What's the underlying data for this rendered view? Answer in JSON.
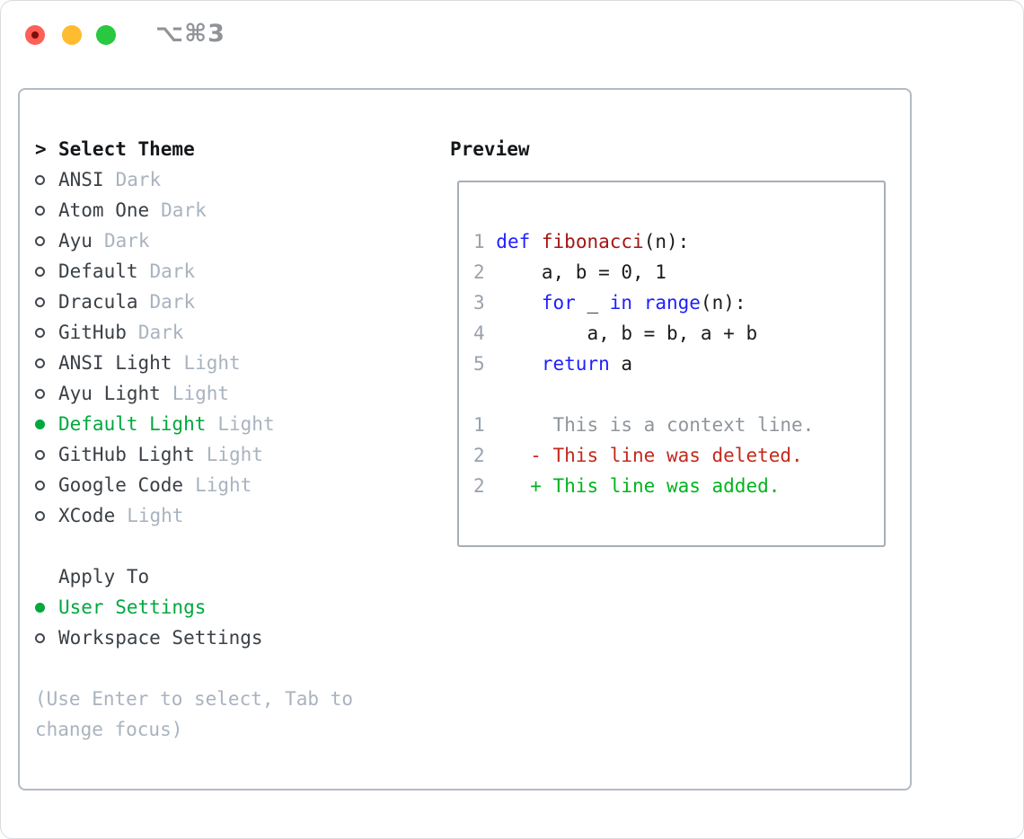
{
  "window": {
    "title": "⌥⌘3"
  },
  "theme_list": {
    "marker": ">",
    "header": "Select Theme",
    "items": [
      {
        "name": "ANSI",
        "tag": "Dark",
        "selected": false
      },
      {
        "name": "Atom One",
        "tag": "Dark",
        "selected": false
      },
      {
        "name": "Ayu",
        "tag": "Dark",
        "selected": false
      },
      {
        "name": "Default",
        "tag": "Dark",
        "selected": false
      },
      {
        "name": "Dracula",
        "tag": "Dark",
        "selected": false
      },
      {
        "name": "GitHub",
        "tag": "Dark",
        "selected": false
      },
      {
        "name": "ANSI Light",
        "tag": "Light",
        "selected": false
      },
      {
        "name": "Ayu Light",
        "tag": "Light",
        "selected": false
      },
      {
        "name": "Default Light",
        "tag": "Light",
        "selected": true
      },
      {
        "name": "GitHub Light",
        "tag": "Light",
        "selected": false
      },
      {
        "name": "Google Code",
        "tag": "Light",
        "selected": false
      },
      {
        "name": "XCode",
        "tag": "Light",
        "selected": false
      }
    ]
  },
  "apply_to": {
    "header": "Apply To",
    "items": [
      {
        "name": "User Settings",
        "selected": true
      },
      {
        "name": "Workspace Settings",
        "selected": false
      }
    ]
  },
  "hint": "(Use Enter to select, Tab to change focus)",
  "preview": {
    "title": "Preview",
    "lines": [
      {
        "segments": [
          {
            "text": "1 ",
            "style": "num"
          },
          {
            "text": "def",
            "style": "kw"
          },
          {
            "text": " ",
            "style": "plain"
          },
          {
            "text": "fibonacci",
            "style": "fn"
          },
          {
            "text": "(n):",
            "style": "plain"
          }
        ]
      },
      {
        "segments": [
          {
            "text": "2 ",
            "style": "num"
          },
          {
            "text": "    a, b = 0, 1",
            "style": "plain"
          }
        ]
      },
      {
        "segments": [
          {
            "text": "3 ",
            "style": "num"
          },
          {
            "text": "    ",
            "style": "plain"
          },
          {
            "text": "for",
            "style": "kw"
          },
          {
            "text": " _ ",
            "style": "plain"
          },
          {
            "text": "in",
            "style": "kw"
          },
          {
            "text": " ",
            "style": "plain"
          },
          {
            "text": "range",
            "style": "kw"
          },
          {
            "text": "(n):",
            "style": "plain"
          }
        ]
      },
      {
        "segments": [
          {
            "text": "4 ",
            "style": "num"
          },
          {
            "text": "        a, b = b, a + b",
            "style": "plain"
          }
        ]
      },
      {
        "segments": [
          {
            "text": "5 ",
            "style": "num"
          },
          {
            "text": "    ",
            "style": "plain"
          },
          {
            "text": "return",
            "style": "kw"
          },
          {
            "text": " a",
            "style": "plain"
          }
        ]
      },
      {
        "segments": []
      },
      {
        "segments": [
          {
            "text": "1",
            "style": "num"
          },
          {
            "text": "      This is a context line.",
            "style": "ctx"
          }
        ]
      },
      {
        "segments": [
          {
            "text": "2",
            "style": "num"
          },
          {
            "text": "    - This line was deleted.",
            "style": "del"
          }
        ]
      },
      {
        "segments": [
          {
            "text": "2",
            "style": "num"
          },
          {
            "text": "    + This line was added.",
            "style": "add"
          }
        ]
      }
    ]
  },
  "colors": {
    "accent_green": "#00a83e",
    "keyword_blue": "#1f1fff",
    "function_red": "#a31515",
    "deleted_red": "#c3291c",
    "added_green": "#00b41e",
    "context_gray": "#8f959b",
    "line_number_gray": "#98a2ad",
    "muted_gray": "#a9b3bf",
    "text_dark": "#3a4046",
    "heading_black": "#14171a",
    "panel_border": "#b4bbc4",
    "preview_border": "#a6aeb7",
    "traffic_red": "#ff5f57",
    "traffic_yellow": "#febc2e",
    "traffic_green": "#28c840"
  }
}
